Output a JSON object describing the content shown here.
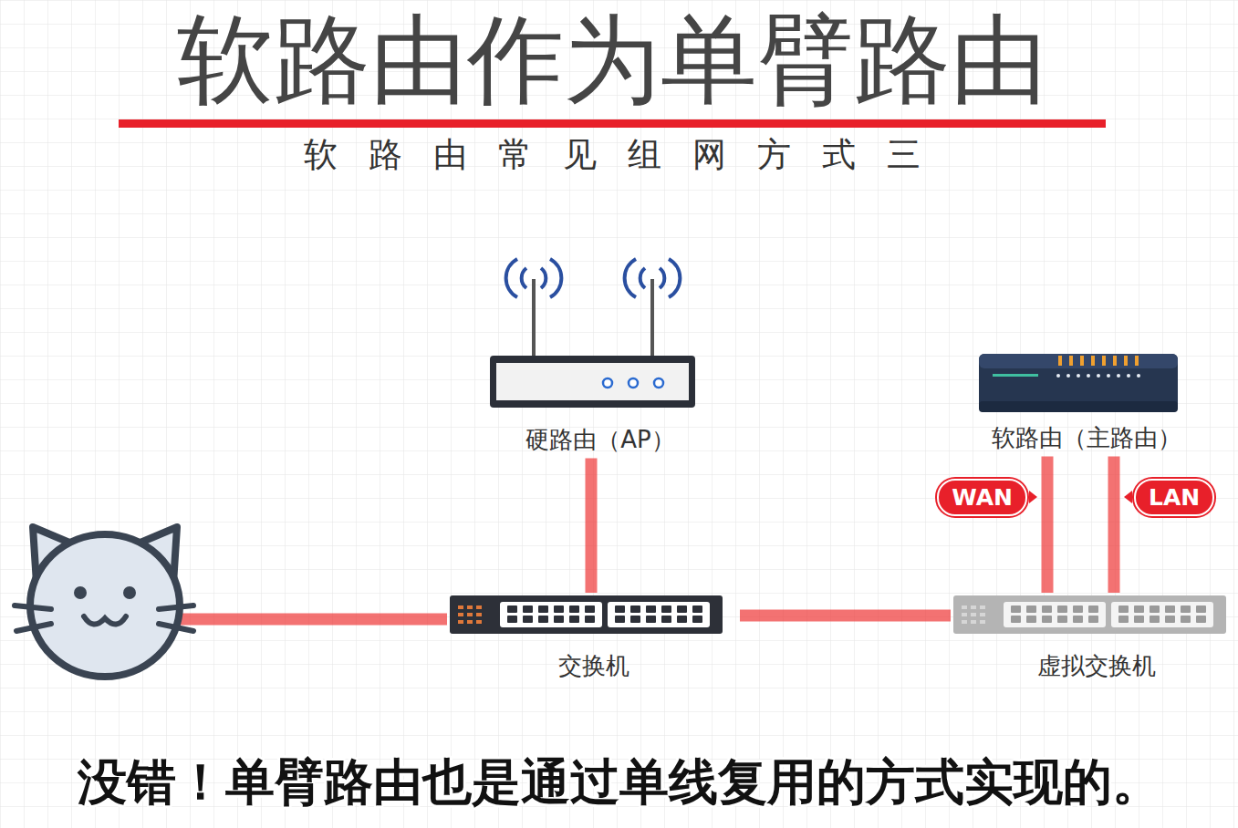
{
  "diagram": {
    "title": "软路由作为单臂路由",
    "caption": "没错！单臂路由也是通过单线复用的方式实现的。",
    "nodes": [
      {
        "text": [
          "硬路由（AP）"
        ]
      },
      {
        "text": [
          "软路由（主路由）"
        ]
      },
      {
        "text": [
          "交换机"
        ]
      },
      {
        "text": [
          "虚拟交换机"
        ]
      }
    ],
    "edges": [
      {
        "from": 0,
        "to": 2,
        "arrow": "none"
      },
      {
        "from": 2,
        "to": 3,
        "arrow": "none"
      },
      {
        "from": 1,
        "to": 3,
        "label": "WAN",
        "arrow": "none"
      },
      {
        "from": 1,
        "to": 3,
        "label": "LAN",
        "arrow": "none"
      }
    ],
    "labels": [
      "软路由常见组网方式三"
    ]
  }
}
